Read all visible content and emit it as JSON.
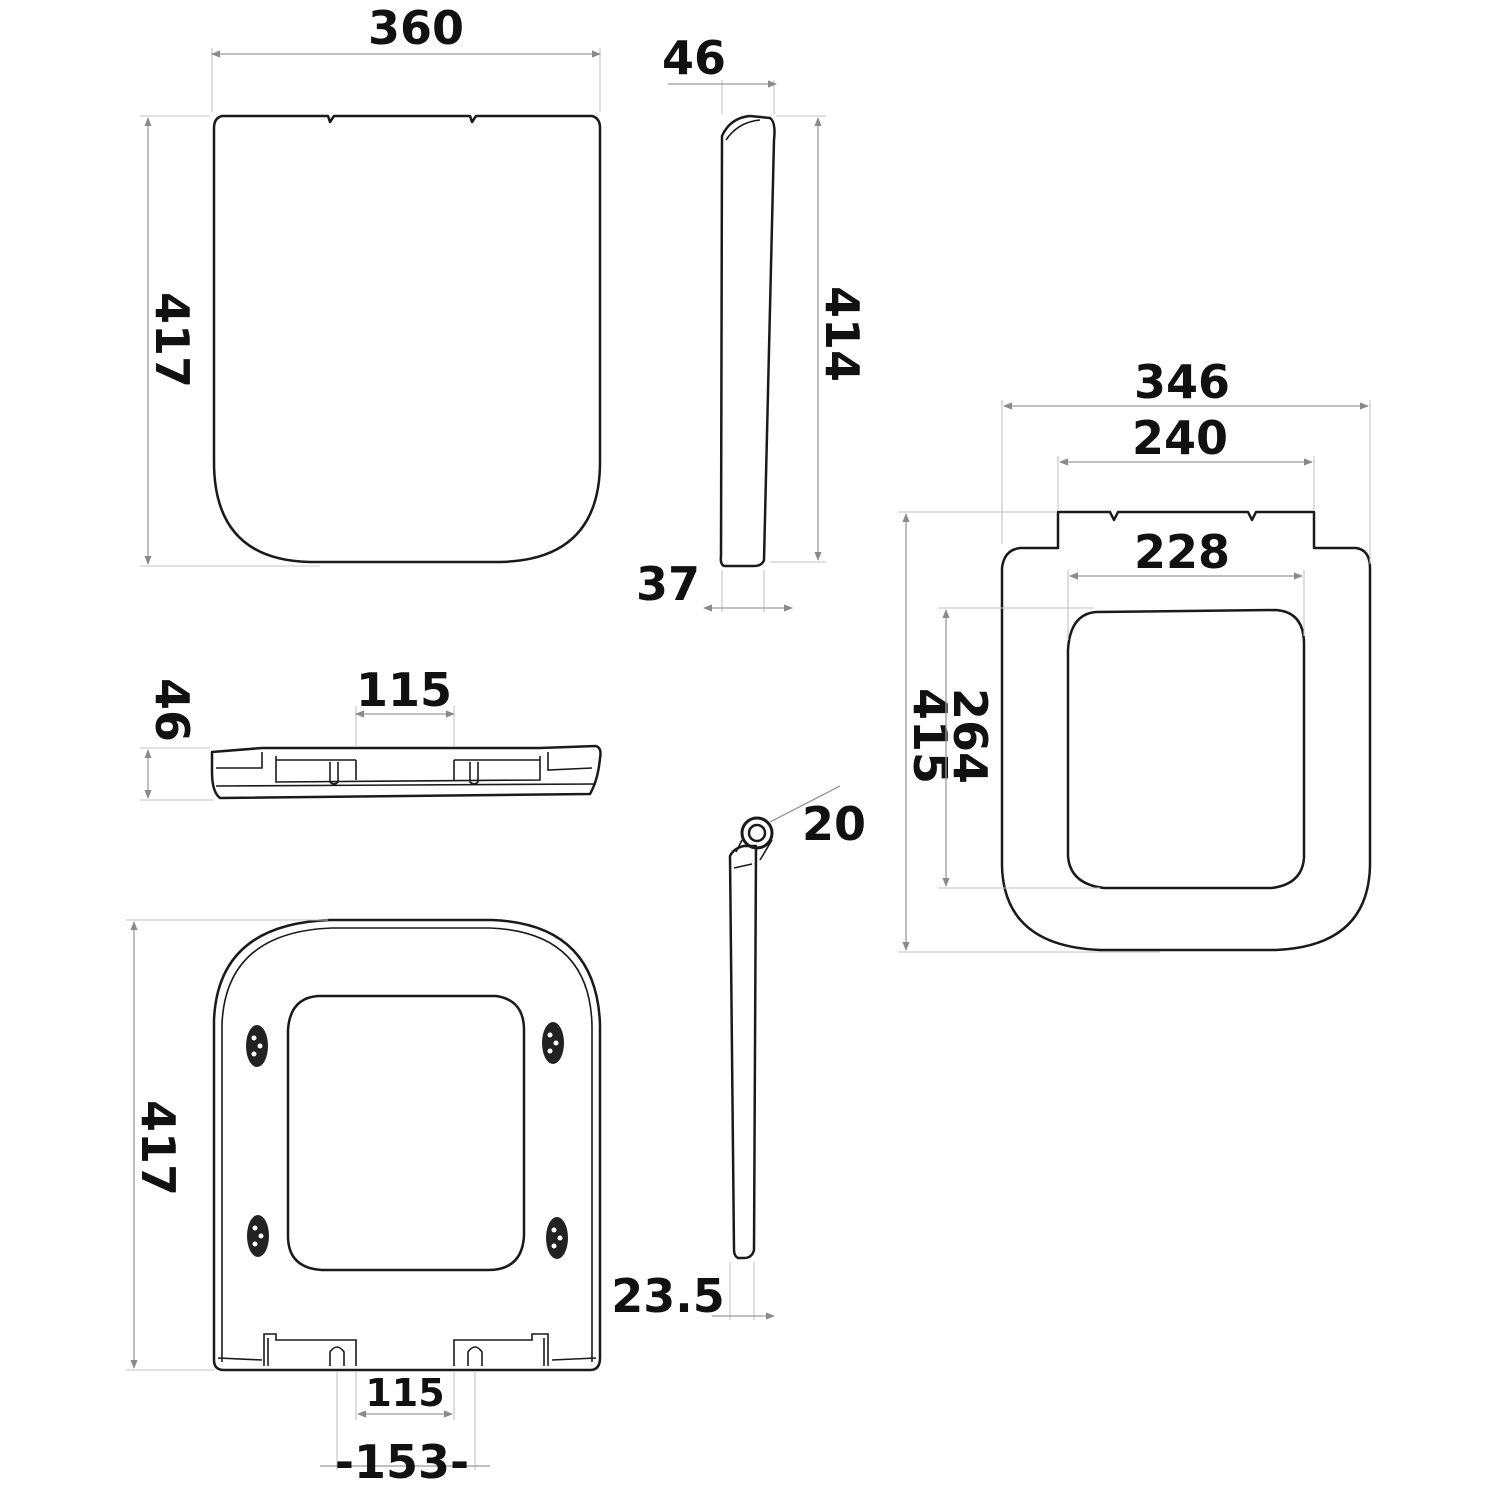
{
  "dimensions": {
    "top_width": "360",
    "top_height": "417",
    "side_thickness": "46",
    "side_height": "414",
    "side_bottom": "37",
    "rear_height": "46",
    "rear_hinge": "115",
    "ring_width": "346",
    "ring_notch": "240",
    "ring_inner_width": "228",
    "ring_height": "415",
    "ring_inner_height": "264",
    "hinge_diameter": "20",
    "under_height": "417",
    "under_thickness": "23.5",
    "under_hinge_inner": "115",
    "under_hinge_outer": "-153-"
  }
}
